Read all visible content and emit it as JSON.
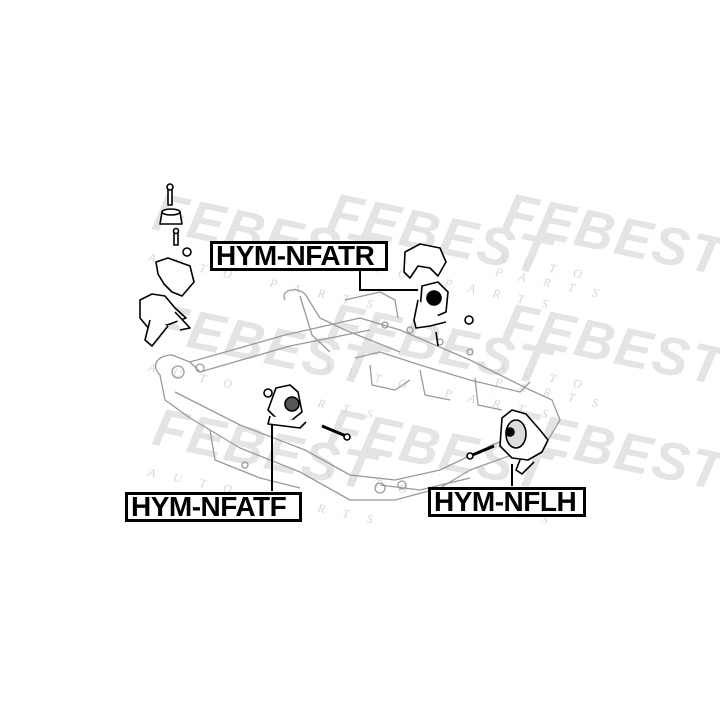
{
  "diagram": {
    "type": "exploded parts diagram",
    "subject": "Front subframe with engine mounts",
    "watermark": {
      "brand": "FEBEST",
      "sub": "AUTO PARTS"
    },
    "labels": [
      {
        "id": "nfatr",
        "text": "HYM-NFATR",
        "points_to": "rear engine mount (upper center-right)"
      },
      {
        "id": "nfatf",
        "text": "HYM-NFATF",
        "points_to": "front engine mount (center-left on subframe)"
      },
      {
        "id": "nflh",
        "text": "HYM-NFLH",
        "points_to": "left engine mount (right side)"
      }
    ],
    "colors": {
      "line_art": "#000000",
      "subframe_lines": "#9a9a9a",
      "watermark": "#e4e4e4",
      "background": "#ffffff"
    }
  }
}
